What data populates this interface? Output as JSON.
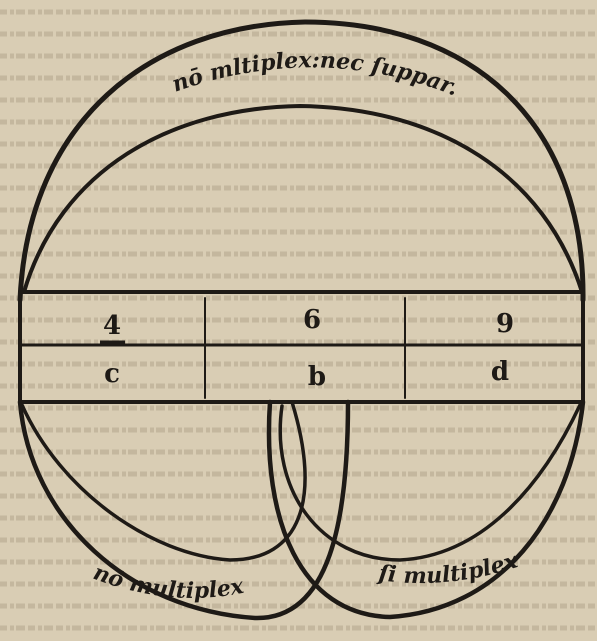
{
  "diagram": {
    "top_arc_label": "nō mltiplex:nec ſuppar.",
    "bottom_left_label": "nō multiplex",
    "bottom_right_label": "ſi multiplex",
    "row_top": [
      "4",
      "6",
      "9"
    ],
    "row_bottom": [
      "c",
      "b",
      "d"
    ],
    "ink_color": "#1e1a16",
    "paper_color": "#d9cdb4"
  }
}
